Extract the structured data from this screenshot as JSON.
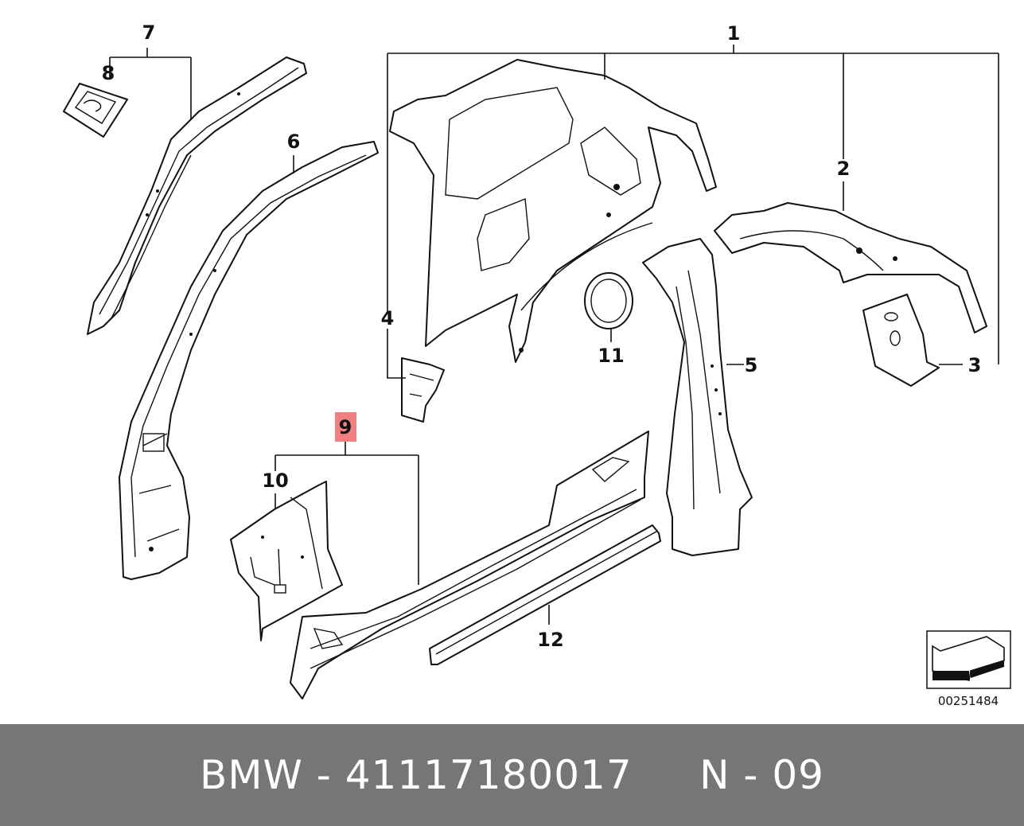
{
  "diagram": {
    "part_numbers": [
      "1",
      "2",
      "3",
      "4",
      "5",
      "6",
      "7",
      "8",
      "9",
      "10",
      "11",
      "12"
    ],
    "highlighted_part": "9",
    "highlight_color": "#f08080",
    "diagram_code": "00251484",
    "direction_icon": "arrow-icon"
  },
  "footer": {
    "text": "BMW - 41117180017     N - 09"
  }
}
